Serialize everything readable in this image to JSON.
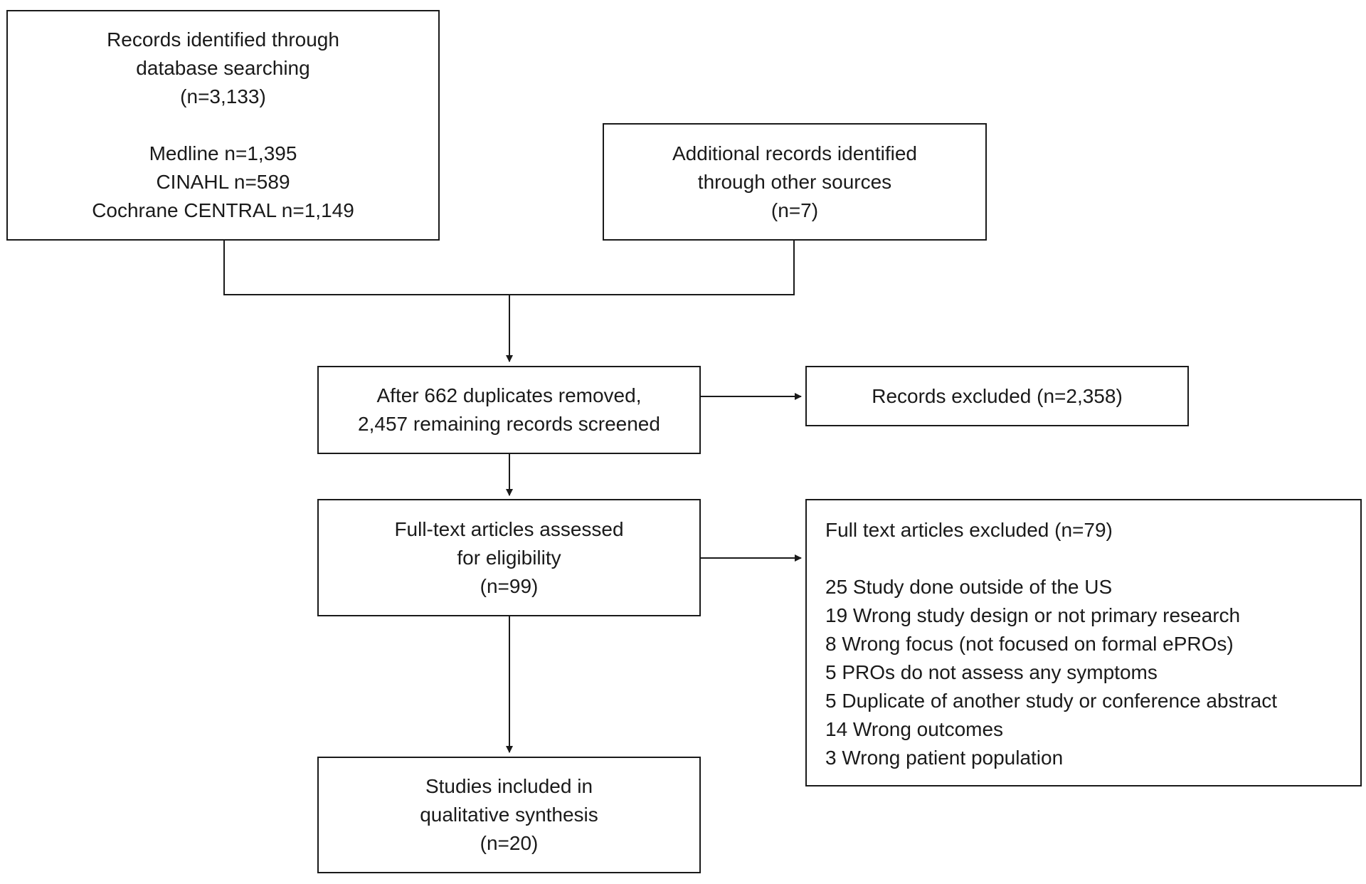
{
  "identification": {
    "database_box": {
      "title_lines": [
        "Records identified through",
        "database searching",
        "(n=3,133)"
      ],
      "source_lines": [
        "Medline n=1,395",
        "CINAHL n=589",
        "Cochrane CENTRAL n=1,149"
      ]
    },
    "other_sources_box": {
      "lines": [
        "Additional records identified",
        "through other sources",
        "(n=7)"
      ]
    }
  },
  "screening": {
    "screened_box": {
      "lines": [
        "After 662 duplicates removed,",
        "2,457 remaining records screened"
      ]
    },
    "excluded_box": {
      "lines": [
        "Records excluded (n=2,358)"
      ]
    }
  },
  "eligibility": {
    "assessed_box": {
      "lines": [
        "Full-text articles assessed",
        "for eligibility",
        "(n=99)"
      ]
    },
    "fulltext_excluded_box": {
      "title": "Full text articles excluded (n=79)",
      "reasons": [
        "25 Study done outside of the US",
        "19 Wrong study design or not primary research",
        "8 Wrong focus (not focused on formal ePROs)",
        "5 PROs do not assess any symptoms",
        "5 Duplicate of another study or conference abstract",
        "14 Wrong outcomes",
        "3 Wrong patient population"
      ]
    }
  },
  "included": {
    "included_box": {
      "lines": [
        "Studies included in",
        "qualitative synthesis",
        "(n=20)"
      ]
    }
  }
}
